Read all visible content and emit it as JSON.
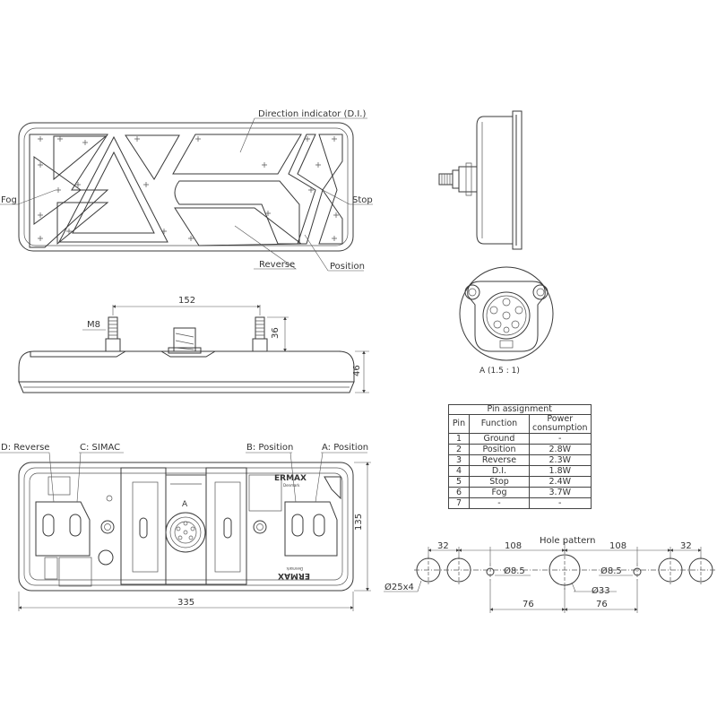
{
  "front_view": {
    "labels": {
      "direction_indicator": "Direction indicator (D.I.)",
      "fog": "Fog",
      "stop": "Stop",
      "reverse": "Reverse",
      "position": "Position"
    }
  },
  "bottom_view": {
    "dim_width": "152",
    "bolt_label": "M8",
    "dim_bolt": "36",
    "dim_height": "46"
  },
  "connector_view": {
    "label": "A (1.5 : 1)"
  },
  "back_view": {
    "labels": {
      "d_reverse": "D: Reverse",
      "c_simac": "C: SIMAC",
      "b_position": "B: Position",
      "a_position": "A: Position"
    },
    "dim_width": "335",
    "dim_height": "135",
    "connector_letter": "A",
    "brand": "ERMAX",
    "brand_sub": "Denmark"
  },
  "pin_table": {
    "title": "Pin assignment",
    "headers": [
      "Pin",
      "Function",
      "Power consumption"
    ],
    "rows": [
      [
        "1",
        "Ground",
        "-"
      ],
      [
        "2",
        "Position",
        "2.8W"
      ],
      [
        "3",
        "Reverse",
        "2.3W"
      ],
      [
        "4",
        "D.I.",
        "1.8W"
      ],
      [
        "5",
        "Stop",
        "2.4W"
      ],
      [
        "6",
        "Fog",
        "3.7W"
      ],
      [
        "7",
        "-",
        "-"
      ]
    ]
  },
  "hole_pattern": {
    "title": "Hole pattern",
    "dim_outer_left": "32",
    "dim_mid_left": "108",
    "dim_mid_right": "108",
    "dim_outer_right": "32",
    "dia_large": "Ø25x4",
    "dia_small_left": "Ø8.5",
    "dia_small_right": "Ø8.5",
    "dia_center": "Ø33",
    "dim_76_left": "76",
    "dim_76_right": "76"
  }
}
